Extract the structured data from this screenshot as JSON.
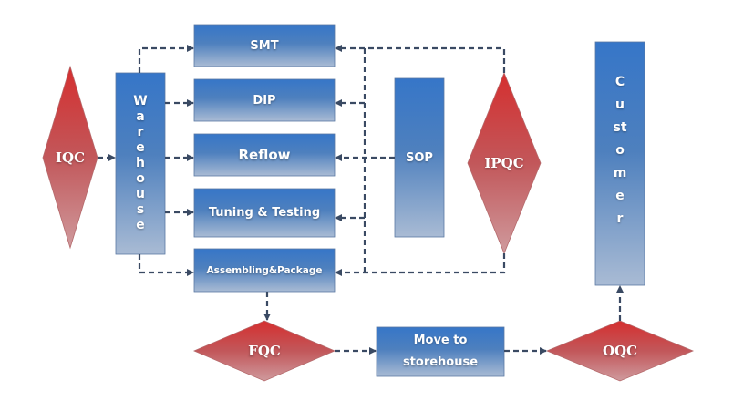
{
  "colors": {
    "box_top": "#3a78c9",
    "box_bottom": "#a7b9d3",
    "diamond_top": "#d33a38",
    "diamond_bottom": "#c98b8e",
    "connector": "#3a4a63"
  },
  "nodes": {
    "iqc": "IQC",
    "warehouse": "Warehouse",
    "smt": "SMT",
    "dip": "DIP",
    "reflow": "Reflow",
    "tuning": "Tuning & Testing",
    "assembling": "Assembling&Package",
    "sop": "SOP",
    "ipqc": "IPQC",
    "customer": "Customer",
    "fqc": "FQC",
    "move": "Move to storehouse",
    "oqc": "OQC"
  }
}
